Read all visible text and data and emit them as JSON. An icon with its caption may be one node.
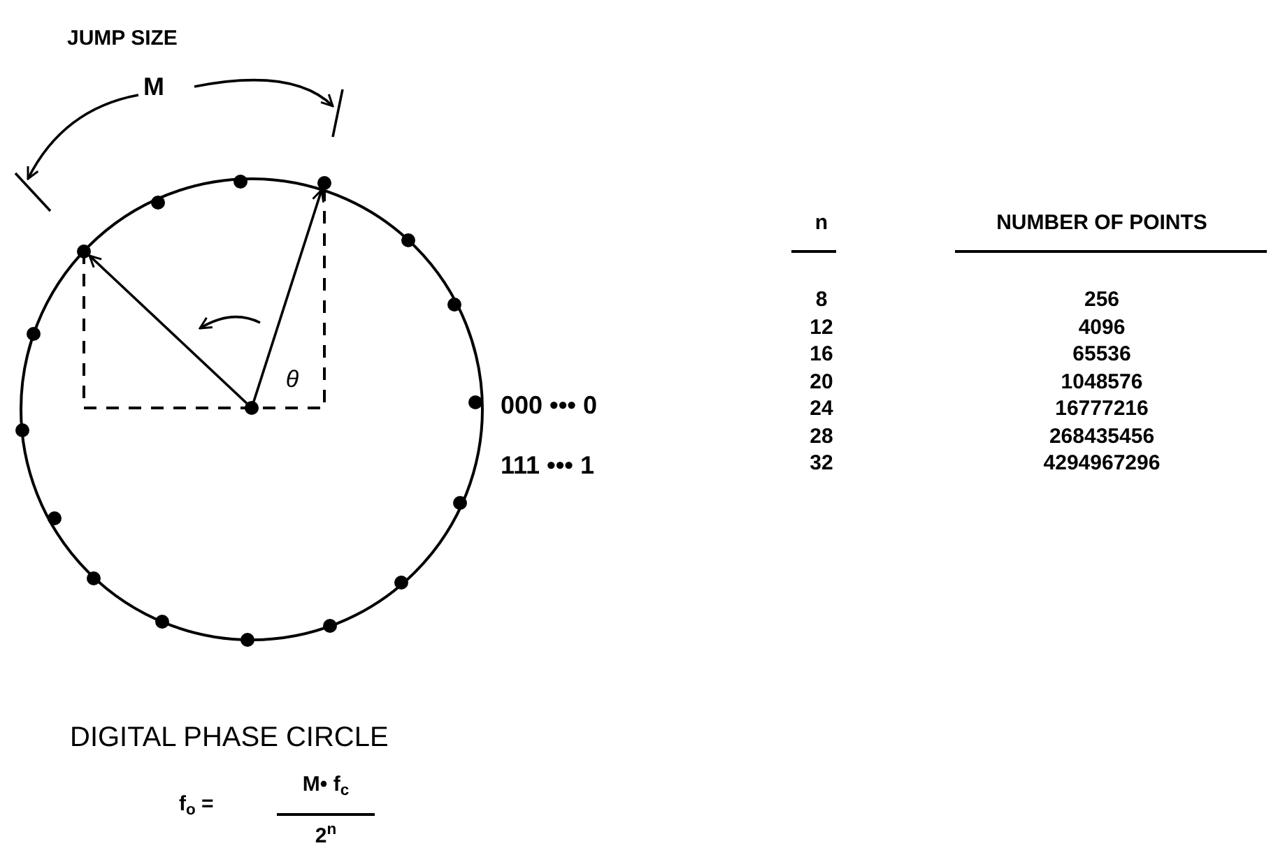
{
  "diagram": {
    "caption": "DIGITAL PHASE CIRCLE",
    "labels": [
      "JUMP SIZE",
      "M",
      "θ",
      "000 ••• 0",
      "111 ••• 1",
      "n",
      "NUMBER OF POINTS",
      "8",
      "256",
      "12",
      "4096",
      "16",
      "65536",
      "20",
      "1048576",
      "24",
      "16777216",
      "28",
      "268435456",
      "32",
      "4294967296",
      "f$_{o}$ =",
      "M• f$_{c}$",
      "2$^{n}$"
    ]
  }
}
